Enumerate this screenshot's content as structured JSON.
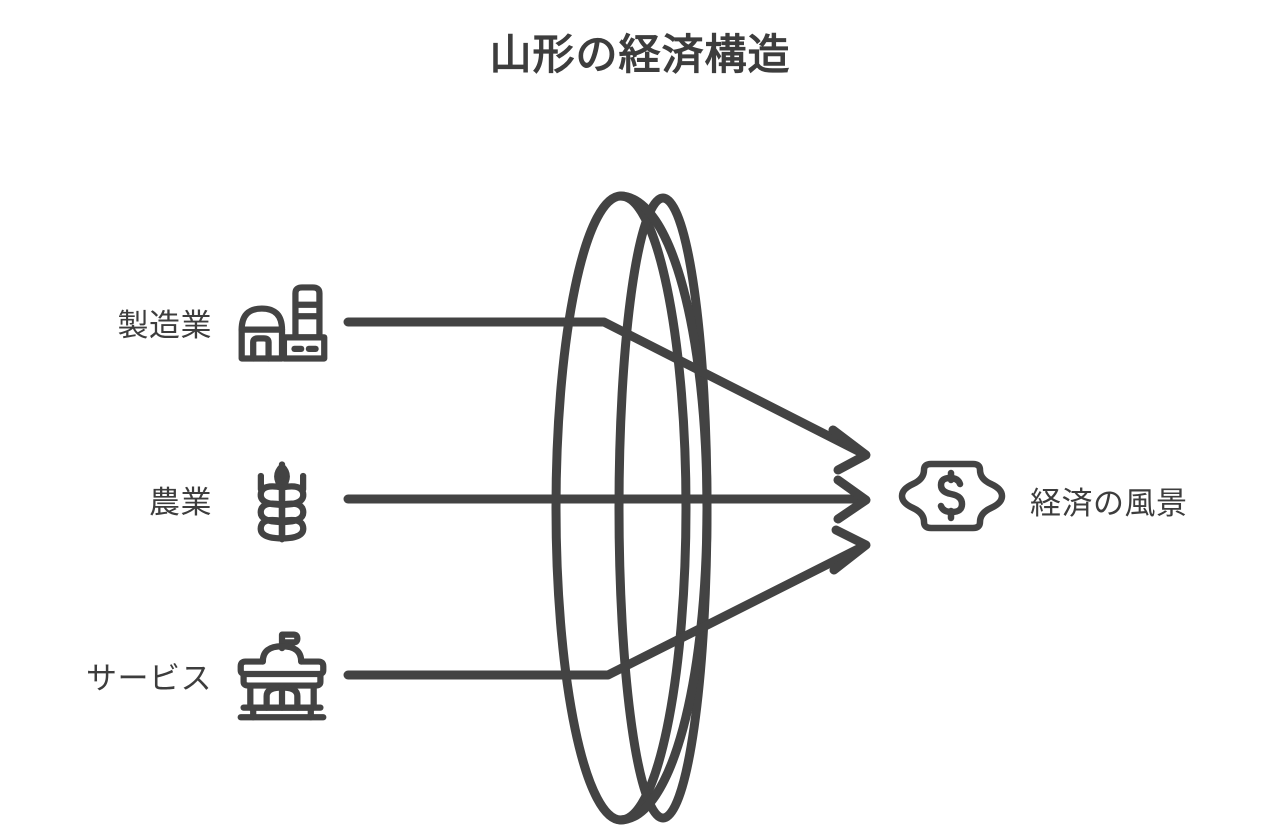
{
  "page": {
    "title": "山形の経済構造",
    "background_color": "#ffffff",
    "stroke_color": "#434343",
    "text_color": "#3d3d3d"
  },
  "diagram": {
    "type": "convergence-funnel",
    "center_shape_name": "lens-disc",
    "sources": [
      {
        "id": "manufacturing",
        "label": "製造業",
        "icon": "factory-icon"
      },
      {
        "id": "agriculture",
        "label": "農業",
        "icon": "wheat-icon"
      },
      {
        "id": "services",
        "label": "サービス",
        "icon": "civic-building-icon"
      }
    ],
    "output": {
      "id": "economic-landscape",
      "label": "経済の風景",
      "icon": "banknote-dollar-icon"
    },
    "connectors": [
      {
        "from": "manufacturing",
        "to": "economic-landscape",
        "style": "arrow"
      },
      {
        "from": "agriculture",
        "to": "economic-landscape",
        "style": "arrow"
      },
      {
        "from": "services",
        "to": "economic-landscape",
        "style": "arrow"
      }
    ]
  }
}
